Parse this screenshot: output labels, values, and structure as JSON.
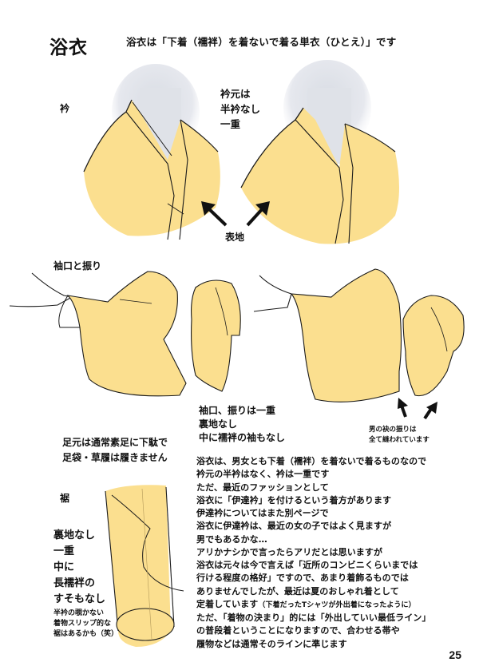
{
  "page": {
    "title": "浴衣",
    "subtitle": "浴衣は「下着（襦袢）を着ないで着る単衣（ひとえ）」です",
    "page_number": "25"
  },
  "colors": {
    "fabric": "#fbdf8f",
    "outline": "#1a1a1a",
    "skin": "#dfe2e8",
    "text": "#111111"
  },
  "sections": {
    "collar": {
      "label": "衿",
      "note_lines": [
        "衿元は",
        "半衿なし",
        "一重"
      ],
      "arrow_label": "表地"
    },
    "sleeve": {
      "label": "袖口と振り",
      "note_lines": [
        "袖口、振りは一重",
        "裏地なし",
        "中に襦袢の袖もなし"
      ],
      "mens_note_lines": [
        "男の袂の振りは",
        "全て縫われています"
      ]
    },
    "feet": {
      "note_lines": [
        "足元は通常素足に下駄で",
        "足袋・草履は履きません"
      ]
    },
    "hem": {
      "label": "裾",
      "note_lines": [
        "裏地なし",
        "一重",
        "中に",
        "長襦袢の",
        "すそもなし"
      ],
      "small_lines": [
        "半衿の覗かない",
        "着物スリップ的な",
        "裾はあるかも（笑）"
      ]
    }
  },
  "explanation": {
    "paragraph1": [
      "浴衣は、男女とも下着（襦袢）を着ないで着るものなので",
      "衿元の半衿はなく、衿は一重です",
      "ただ、最近のファッションとして",
      "浴衣に「伊達衿」を付けるという着方があります",
      "伊達衿についてはまた別ページで",
      "浴衣に伊達衿は、最近の女の子ではよく見ますが",
      "男でもあるかな…",
      "アリかナシかで言ったらアリだとは思いますが"
    ],
    "paragraph2": [
      "浴衣は元々は今で言えば「近所のコンビニくらいまでは",
      "行ける程度の格好」ですので、あまり着飾るものでは",
      "ありませんでしたが、最近は夏のおしゃれ着として"
    ],
    "paragraph2_line4_main": "定着しています",
    "paragraph2_line4_aside": "（下着だったTシャツが外出着になったように）",
    "paragraph2_rest": [
      "ただ、「着物の決まり」的には「外出していい最低ライン」",
      "の普段着ということになりますので、合わせる帯や",
      "履物などは通常そのラインに準じます"
    ]
  }
}
